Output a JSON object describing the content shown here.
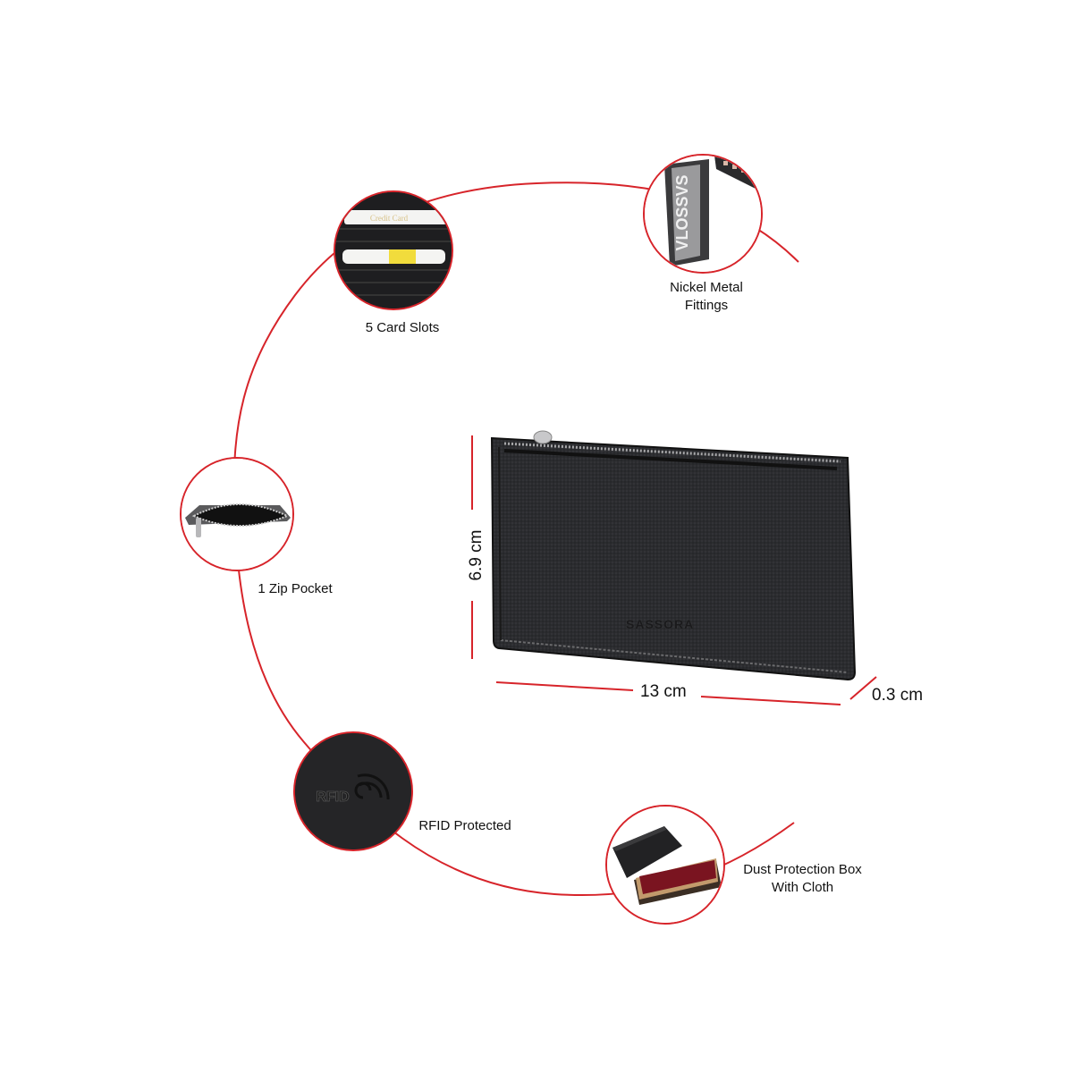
{
  "colors": {
    "accent_line": "#d7242a",
    "wallet_leather": "#2a2b2e",
    "text": "#111111",
    "box_cloth": "#7a1420"
  },
  "features": [
    {
      "id": "card-slots",
      "label": "5 Card Slots",
      "icon": "card-slots-closeup",
      "inset_text": "Credit Card"
    },
    {
      "id": "nickel-fittings",
      "label_lines": [
        "Nickel Metal",
        "Fittings"
      ],
      "icon": "zipper-pull-closeup",
      "inset_text": "VLOSSVS"
    },
    {
      "id": "zip-pocket",
      "label": "1 Zip Pocket",
      "icon": "open-zip-pocket"
    },
    {
      "id": "rfid",
      "label": "RFID Protected",
      "icon": "rfid-emboss",
      "inset_text": "RFID"
    },
    {
      "id": "dust-box",
      "label_lines": [
        "Dust Protection Box",
        "With Cloth"
      ],
      "icon": "gift-box"
    }
  ],
  "product": {
    "brand_emboss": "SASSORA",
    "dimensions": {
      "height": "6.9 cm",
      "width": "13 cm",
      "depth": "0.3 cm"
    }
  }
}
